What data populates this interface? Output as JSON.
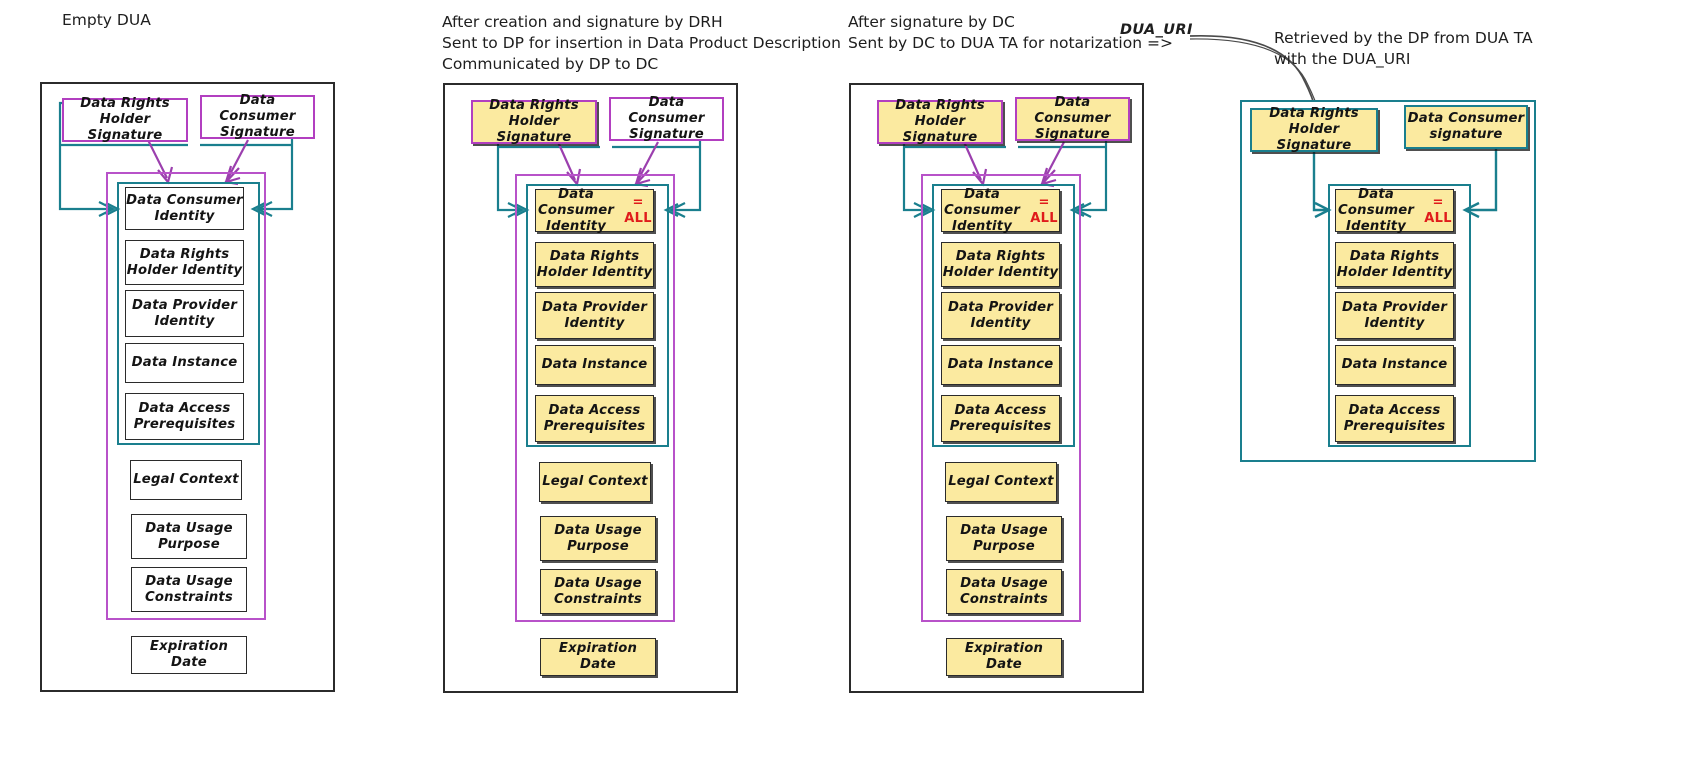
{
  "diagram": {
    "title": "DUA lifecycle states",
    "colors": {
      "yellow_fill": "#fbeaa0",
      "magenta": "#b852c9",
      "teal": "#1a7f8e",
      "red_accent": "#e01b1b",
      "frame_black": "#2b2b2b",
      "page_background": "#ffffff"
    },
    "annotation_label": "DUA_URI",
    "all_marker": "= ALL"
  },
  "panels": [
    {
      "id": "empty-dua",
      "caption": [
        "Empty DUA"
      ],
      "frame_color": "black",
      "signatures": [
        {
          "label": "Data Rights\nHolder Signature",
          "filled": false,
          "border": "magenta"
        },
        {
          "label": "Data Consumer\nSignature",
          "filled": false,
          "border": "magenta"
        }
      ],
      "identity_fields": [
        {
          "label": "Data Consumer\nIdentity",
          "filled": false,
          "all": false
        },
        {
          "label": "Data Rights\nHolder Identity",
          "filled": false
        },
        {
          "label": "Data Provider\nIdentity",
          "filled": false
        },
        {
          "label": "Data Instance",
          "filled": false
        },
        {
          "label": "Data Access\nPrerequisites",
          "filled": false
        }
      ],
      "terms_fields": [
        {
          "label": "Legal Context",
          "filled": false
        },
        {
          "label": "Data Usage\nPurpose",
          "filled": false
        },
        {
          "label": "Data Usage\nConstraints",
          "filled": false
        }
      ],
      "footer_fields": [
        {
          "label": "Expiration Date",
          "filled": false
        }
      ]
    },
    {
      "id": "signed-by-drh",
      "caption": [
        "After creation and signature by DRH",
        "Sent to DP for insertion in Data Product Description",
        "Communicated by DP to DC"
      ],
      "frame_color": "black",
      "signatures": [
        {
          "label": "Data Rights\nHolder Signature",
          "filled": true,
          "border": "magenta"
        },
        {
          "label": "Data Consumer\nSignature",
          "filled": false,
          "border": "magenta"
        }
      ],
      "identity_fields": [
        {
          "label": "Data Consumer\nIdentity",
          "filled": true,
          "all": true
        },
        {
          "label": "Data Rights\nHolder Identity",
          "filled": true
        },
        {
          "label": "Data Provider\nIdentity",
          "filled": true
        },
        {
          "label": "Data Instance",
          "filled": true
        },
        {
          "label": "Data Access\nPrerequisites",
          "filled": true
        }
      ],
      "terms_fields": [
        {
          "label": "Legal Context",
          "filled": true
        },
        {
          "label": "Data Usage\nPurpose",
          "filled": true
        },
        {
          "label": "Data Usage\nConstraints",
          "filled": true
        }
      ],
      "footer_fields": [
        {
          "label": "Expiration Date",
          "filled": true
        }
      ]
    },
    {
      "id": "signed-by-dc",
      "caption": [
        "After signature by DC",
        "Sent by DC to DUA TA for notarization =>"
      ],
      "frame_color": "black",
      "signatures": [
        {
          "label": "Data Rights\nHolder Signature",
          "filled": true,
          "border": "magenta"
        },
        {
          "label": "Data Consumer\nSignature",
          "filled": true,
          "border": "magenta"
        }
      ],
      "identity_fields": [
        {
          "label": "Data Consumer\nIdentity",
          "filled": true,
          "all": true
        },
        {
          "label": "Data Rights\nHolder Identity",
          "filled": true
        },
        {
          "label": "Data Provider\nIdentity",
          "filled": true
        },
        {
          "label": "Data Instance",
          "filled": true
        },
        {
          "label": "Data Access\nPrerequisites",
          "filled": true
        }
      ],
      "terms_fields": [
        {
          "label": "Legal Context",
          "filled": true
        },
        {
          "label": "Data Usage\nPurpose",
          "filled": true
        },
        {
          "label": "Data Usage\nConstraints",
          "filled": true
        }
      ],
      "footer_fields": [
        {
          "label": "Expiration Date",
          "filled": true
        }
      ]
    },
    {
      "id": "retrieved-by-dp",
      "caption": [
        "Retrieved by the DP from DUA TA",
        "with the DUA_URI"
      ],
      "frame_color": "teal",
      "signatures": [
        {
          "label": "Data Rights\nHolder Signature",
          "filled": true,
          "border": "teal"
        },
        {
          "label": "Data Consumer\nsignature",
          "filled": true,
          "border": "teal"
        }
      ],
      "identity_fields": [
        {
          "label": "Data Consumer\nIdentity",
          "filled": true,
          "all": true
        },
        {
          "label": "Data Rights\nHolder Identity",
          "filled": true
        },
        {
          "label": "Data Provider\nIdentity",
          "filled": true
        },
        {
          "label": "Data Instance",
          "filled": true
        },
        {
          "label": "Data Access\nPrerequisites",
          "filled": true
        }
      ],
      "terms_fields": [],
      "footer_fields": []
    }
  ]
}
